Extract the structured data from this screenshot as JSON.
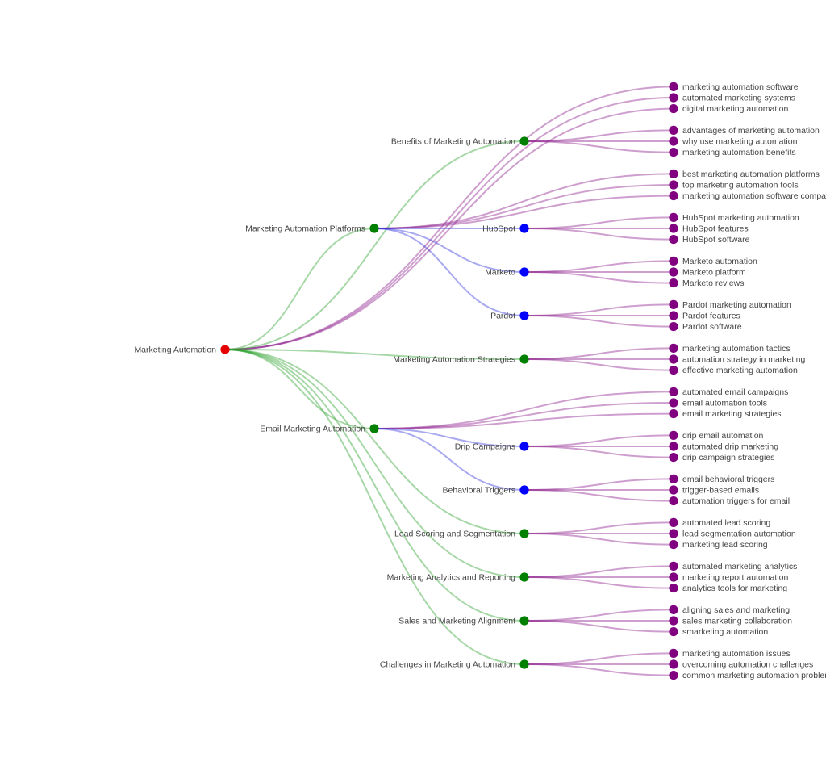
{
  "colors": {
    "root": "#e60000",
    "category": "#008000",
    "platform": "#0000ff",
    "keyword": "#800080",
    "edge_category": "#2ca02c",
    "edge_platform": "#3333dd",
    "edge_keyword": "#8b1a8b",
    "label_text": "#444444"
  },
  "tree": {
    "root": {
      "label": "Marketing Automation"
    },
    "categories": [
      {
        "label": "Benefits of Marketing Automation",
        "keywords": [
          "advantages of marketing automation",
          "why use marketing automation",
          "marketing automation benefits"
        ]
      },
      {
        "label": "Marketing Automation Platforms",
        "keywords": [
          "best marketing automation platforms",
          "top marketing automation tools",
          "marketing automation software compar"
        ],
        "platforms": [
          {
            "label": "HubSpot",
            "keywords": [
              "HubSpot marketing automation",
              "HubSpot features",
              "HubSpot software"
            ]
          },
          {
            "label": "Marketo",
            "keywords": [
              "Marketo automation",
              "Marketo platform",
              "Marketo reviews"
            ]
          },
          {
            "label": "Pardot",
            "keywords": [
              "Pardot marketing automation",
              "Pardot features",
              "Pardot software"
            ]
          }
        ]
      },
      {
        "label": "Marketing Automation Strategies",
        "keywords": [
          "marketing automation tactics",
          "automation strategy in marketing",
          "effective marketing automation"
        ]
      },
      {
        "label": "Email Marketing Automation",
        "keywords": [
          "automated email campaigns",
          "email automation tools",
          "email marketing strategies"
        ],
        "platforms": [
          {
            "label": "Drip Campaigns",
            "keywords": [
              "drip email automation",
              "automated drip marketing",
              "drip campaign strategies"
            ]
          },
          {
            "label": "Behavioral Triggers",
            "keywords": [
              "email behavioral triggers",
              "trigger-based emails",
              "automation triggers for email"
            ]
          }
        ]
      },
      {
        "label": "Lead Scoring and Segmentation",
        "keywords": [
          "automated lead scoring",
          "lead segmentation automation",
          "marketing lead scoring"
        ]
      },
      {
        "label": "Marketing Analytics and Reporting",
        "keywords": [
          "automated marketing analytics",
          "marketing report automation",
          "analytics tools for marketing"
        ]
      },
      {
        "label": "Sales and Marketing Alignment",
        "keywords": [
          "aligning sales and marketing",
          "sales marketing collaboration",
          "smarketing automation"
        ]
      },
      {
        "label": "Challenges in Marketing Automation",
        "keywords": [
          "marketing automation issues",
          "overcoming automation challenges",
          "common marketing automation probler"
        ]
      }
    ],
    "root_keywords": [
      "marketing automation software",
      "automated marketing systems",
      "digital marketing automation"
    ]
  }
}
